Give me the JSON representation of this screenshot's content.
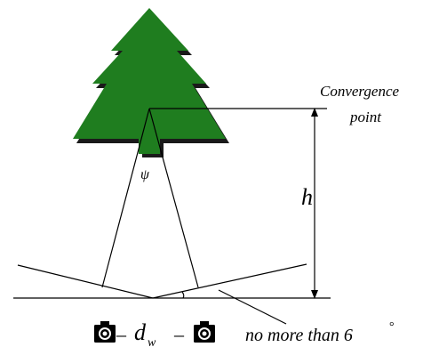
{
  "labels": {
    "convergence_line1": "Convergence",
    "convergence_line2": "point",
    "height_symbol": "h",
    "angle_symbol": "ψ",
    "baseline_symbol": "d",
    "baseline_subscript": "w",
    "dash": "–",
    "angle_limit_text": "no more than 6",
    "degree_sign": "°"
  },
  "colors": {
    "tree_fill": "#1f7d1f",
    "tree_shadow": "#1a1a1a",
    "line": "#000000"
  },
  "icons": {
    "left_camera": "camera-icon",
    "right_camera": "camera-icon"
  }
}
